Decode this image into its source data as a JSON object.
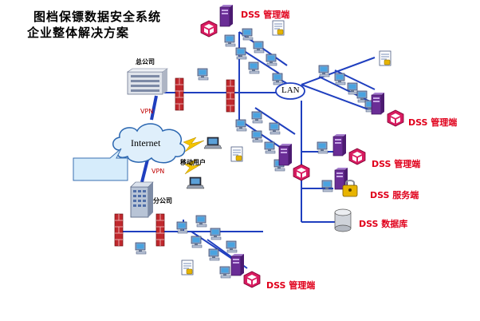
{
  "title": {
    "line1": "图档保镖数据安全系统",
    "line2": "企业整体解决方案"
  },
  "labels": {
    "hq": "总公司",
    "branch": "分公司",
    "mobile": "移动用户",
    "vpn_top": "VPN",
    "vpn_bottom": "VPN",
    "internet": "Internet",
    "lan": "LAN"
  },
  "dss": {
    "mgr_top": "DSS 管理端",
    "mgr_right": "DSS 管理端",
    "mgr_mid": "DSS 管理端",
    "server": "DSS 服务端",
    "database": "DSS 数据库",
    "mgr_bottom": "DSS 管理端"
  },
  "colors": {
    "network_line": "#1f3fbf",
    "vpn_line": "#1f3fbf",
    "label_red": "#e0001b",
    "firewall": "#c0282d",
    "cloud_fill": "#dfeffb",
    "cloud_stroke": "#2a66b0",
    "callout_fill": "#d6ecfb",
    "lightning": "#f3c300",
    "tower": "#7a3ea0",
    "cube": "#c2185b"
  },
  "icons": [
    "computer-icon",
    "server-tower-icon",
    "firewall-icon",
    "cloud-icon",
    "building-icon",
    "laptop-icon",
    "document-icon",
    "cube-icon",
    "lock-icon",
    "database-icon",
    "lightning-icon"
  ]
}
